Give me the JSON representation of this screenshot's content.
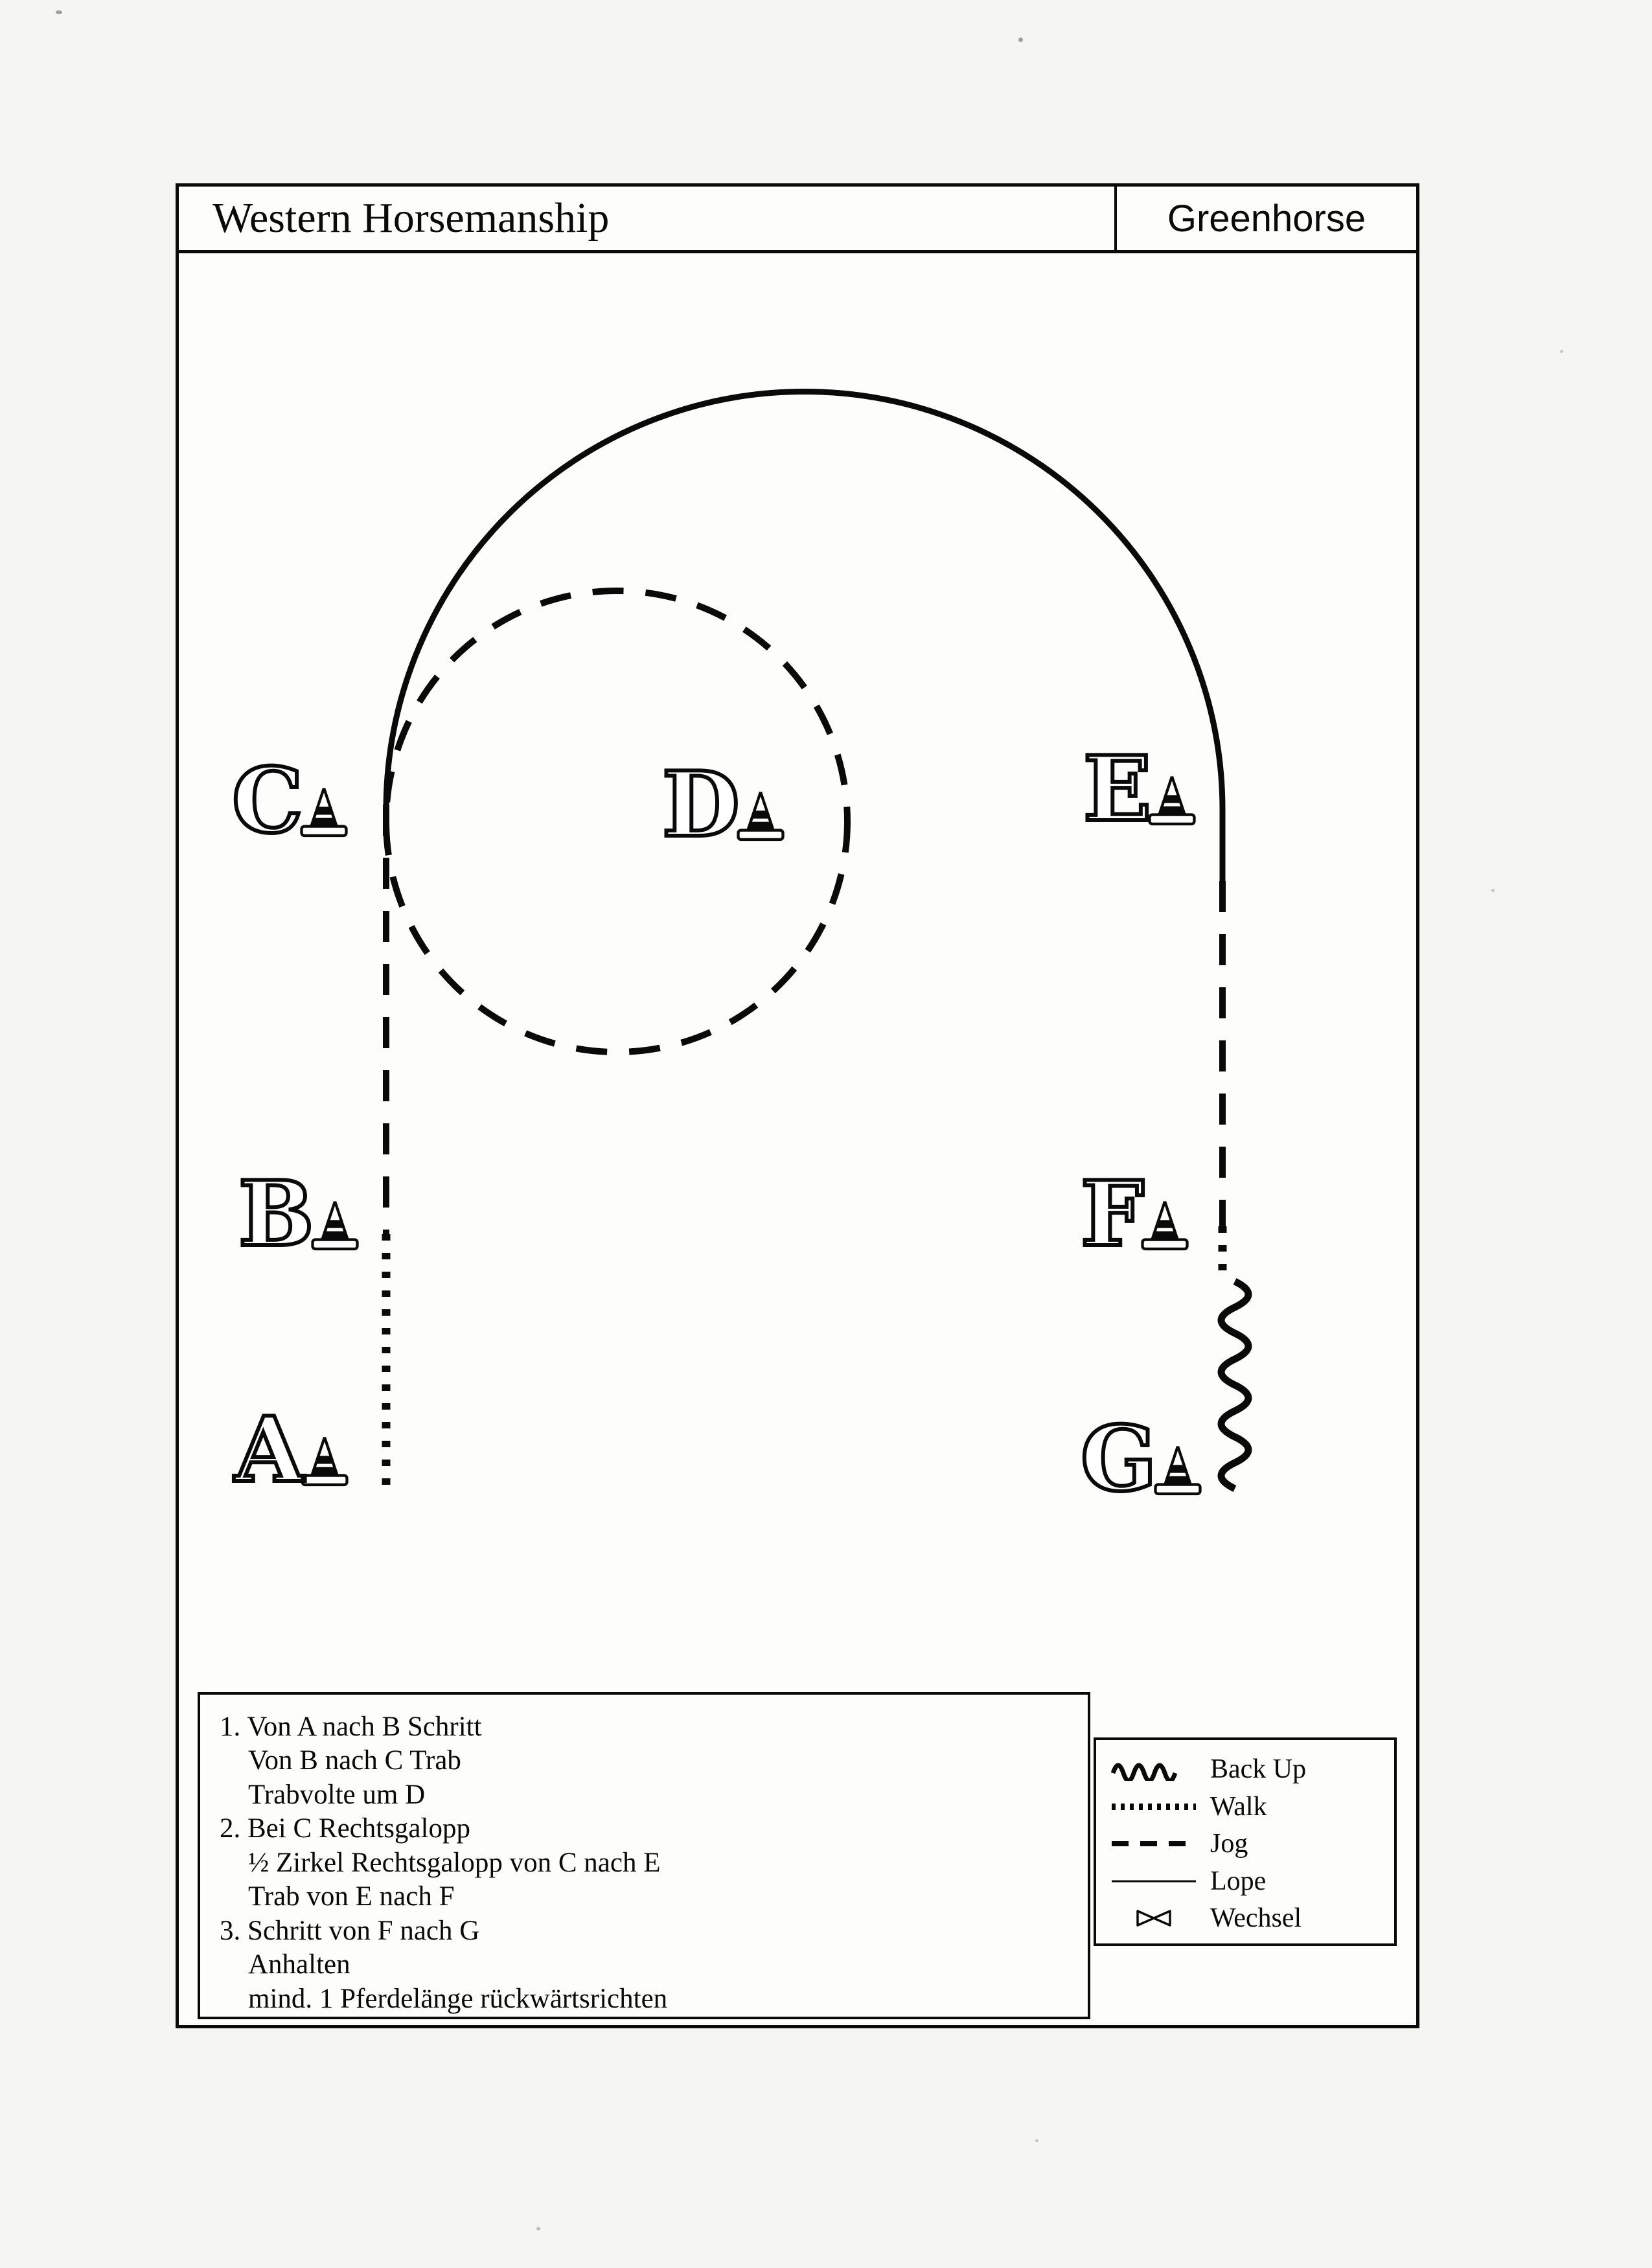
{
  "document": {
    "title": "Western Horsemanship",
    "category": "Greenhorse"
  },
  "markers": [
    {
      "label": "C"
    },
    {
      "label": "D"
    },
    {
      "label": "E"
    },
    {
      "label": "B"
    },
    {
      "label": "F"
    },
    {
      "label": "A"
    },
    {
      "label": "G"
    }
  ],
  "instructions": {
    "lines": [
      {
        "text": "1. Von A nach B Schritt"
      },
      {
        "text": "Von B nach C Trab"
      },
      {
        "text": "Trabvolte um D"
      },
      {
        "text": "2. Bei C Rechtsgalopp"
      },
      {
        "text": "½ Zirkel Rechtsgalopp von C nach E"
      },
      {
        "text": "Trab von E nach F"
      },
      {
        "text": "3. Schritt von F nach G"
      },
      {
        "text": "Anhalten"
      },
      {
        "text": "mind. 1 Pferdelänge rückwärtsrichten"
      }
    ]
  },
  "legend": {
    "items": [
      {
        "icon": "backup-wave-icon",
        "label": "Back Up"
      },
      {
        "icon": "walk-dotted-icon",
        "label": "Walk"
      },
      {
        "icon": "jog-dashed-icon",
        "label": "Jog"
      },
      {
        "icon": "lope-solid-icon",
        "label": "Lope"
      },
      {
        "icon": "wechsel-bowtie-icon",
        "label": "Wechsel"
      }
    ]
  },
  "colors": {
    "ink": "#0a0a0a",
    "paper": "#fdfdfb"
  }
}
